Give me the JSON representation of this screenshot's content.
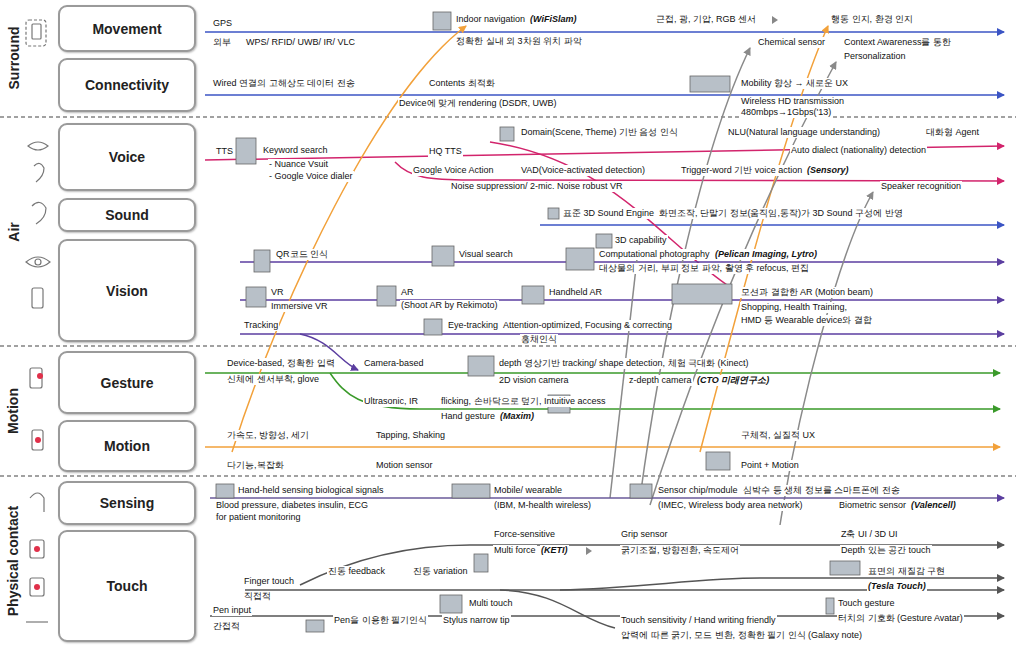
{
  "diagram": {
    "nodes": [
      {
        "text": [
          "Movement"
        ]
      },
      {
        "text": [
          "Connectivity"
        ]
      },
      {
        "text": [
          "Voice"
        ]
      },
      {
        "text": [
          "Sound"
        ]
      },
      {
        "text": [
          "Vision"
        ]
      },
      {
        "text": [
          "Gesture"
        ]
      },
      {
        "text": [
          "Motion"
        ]
      },
      {
        "text": [
          "Sensing"
        ]
      },
      {
        "text": [
          "Touch"
        ]
      }
    ],
    "labels": [
      "Surround",
      "Air",
      "Motion",
      "Physical contact",
      "GPS",
      "외부",
      "WPS/ RFID/ UWB/ IR/ VLC",
      "Indoor navigation",
      "(WiFiSlam)",
      "정확한 실내 외 3차원 위치 파악",
      "근접, 광, 기압, RGB 센서",
      "행동 인지, 환경 인지",
      "Chemical sensor",
      "Context Awareness를 통한",
      "Personalization",
      "Wired 연결의 고해상도 데이터 전송",
      "Contents 최적화",
      "Device에 맞게 rendering (DSDR, UWB)",
      "Mobility 향상 → 새로운 UX",
      "Wireless HD transmission",
      "480mbps→1Gbps('13)",
      "TTS",
      "Keyword search",
      "- Nuance Vsuit",
      "- Google Voice dialer",
      "HQ TTS",
      "Domain(Scene, Theme) 기반 음성 인식",
      "NLU(Natural language understanding)",
      "대화형 Agent",
      "Auto dialect (nationality) detection",
      "Google Voice Action",
      "VAD(Voice-activated detection)",
      "Trigger-word 기반 voice action",
      "(Sensory)",
      "Noise suppression/ 2-mic. Noise robust VR",
      "Speaker recognition",
      "표준 3D Sound Engine",
      "화면조작, 단말기 정보(움직임,동작)가 3D Sound 구성에 반영",
      "QR코드 인식",
      "Visual search",
      "3D capability",
      "Computational photography",
      "(Pelican Imaging, Lytro)",
      "대상물의 거리, 부피 정보 파악, 촬영 후 refocus, 편집",
      "VR",
      "Immersive VR",
      "AR",
      "(Shoot AR by Rekimoto)",
      "Handheld AR",
      "모션과 결합한 AR (Motion beam)",
      "Shopping, Health Training,",
      "HMD 등 Wearable device와 결합",
      "Tracking",
      "Eye-tracking",
      "Attention-optimized, Focusing & correcting",
      "홍채인식",
      "Device-based, 정확한 입력",
      "신체에 센서부착, glove",
      "Camera-based",
      "depth 영상기반 tracking/ shape detection, 체험 극대화 (Kinect)",
      "2D vision camera",
      "z-depth camera",
      "(CTO 미래연구소)",
      "Ultrasonic, IR",
      "flicking, 손바닥으로 덮기, Intuitive access",
      "Hand gesture",
      "(Maxim)",
      "가속도, 방향성, 세기",
      "다기능,복잡화",
      "Tapping, Shaking",
      "Motion sensor",
      "구체적, 실질적 UX",
      "Point + Motion",
      "Hand-held sensing biological signals",
      "Blood pressure, diabetes insulin, ECG",
      "for patient monitoring",
      "Mobile/ wearable",
      "(IBM, M-health wireless)",
      "Sensor chip/module",
      "심박수 등 생체 정보를 스마트폰에 전송",
      "(IMEC, Wireless body area network)",
      "Biometric sensor",
      "(Valencell)",
      "Force-sensitive",
      "Multi force",
      "(KETI)",
      "Grip sensor",
      "굵기조절, 방향전환, 속도제어",
      "Z축 UI / 3D UI",
      "Depth 있는 공간 touch",
      "표면의 재질감 구현",
      "(Tesla Touch)",
      "Finger touch",
      "직접적",
      "진동 feedback",
      "진동 variation",
      "Multi touch",
      "Touch gesture",
      "터치의 기호화 (Gesture Avatar)",
      "Pen input",
      "간접적",
      "Pen을 이용한 필기인식",
      "Stylus narrow tip",
      "Touch sensitivity / Hand writing friendly",
      "압력에 따른 굵기, 모드 변환, 정확한 필기 인식 (Galaxy note)"
    ]
  }
}
